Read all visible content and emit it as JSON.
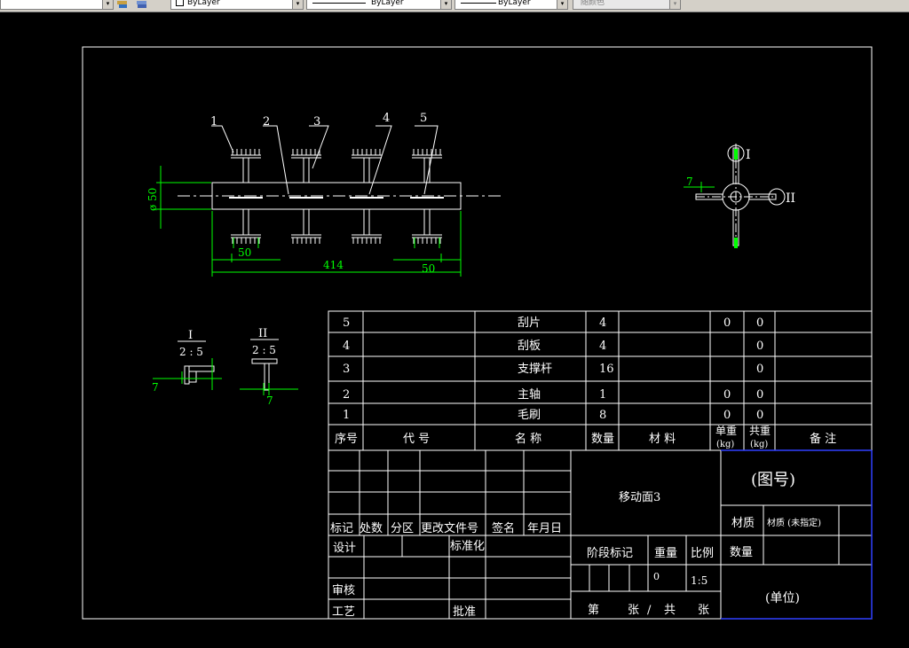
{
  "toolbar": {
    "layer_value": "ByLayer",
    "linetype_value": "ByLayer",
    "lineweight_value": "ByLayer",
    "plotstyle_value": "随颜色"
  },
  "drawing": {
    "part_labels": [
      "1",
      "2",
      "3",
      "4",
      "5"
    ],
    "dim_diameter": "ø 50",
    "dim_50_left": "50",
    "dim_414": "414",
    "dim_50_right": "50",
    "section_I": "I",
    "section_II": "II",
    "dim_7": "7",
    "detail_I": {
      "title": "I",
      "scale": "2 : 5",
      "dim": "7"
    },
    "detail_II": {
      "title": "II",
      "scale": "2 : 5",
      "dim": "7"
    }
  },
  "bom": {
    "rows": [
      {
        "no": "5",
        "code": "",
        "name": "刮片",
        "qty": "4",
        "material": "",
        "unit_w": "0",
        "total_w": "0",
        "note": ""
      },
      {
        "no": "4",
        "code": "",
        "name": "刮板",
        "qty": "4",
        "material": "",
        "unit_w": "",
        "total_w": "0",
        "note": ""
      },
      {
        "no": "3",
        "code": "",
        "name": "支撑杆",
        "qty": "16",
        "material": "",
        "unit_w": "",
        "total_w": "0",
        "note": ""
      },
      {
        "no": "2",
        "code": "",
        "name": "主轴",
        "qty": "1",
        "material": "",
        "unit_w": "0",
        "total_w": "0",
        "note": ""
      },
      {
        "no": "1",
        "code": "",
        "name": "毛刷",
        "qty": "8",
        "material": "",
        "unit_w": "0",
        "total_w": "0",
        "note": ""
      }
    ],
    "header": {
      "no": "序号",
      "code": "代  号",
      "name": "名  称",
      "qty": "数量",
      "material": "材  料",
      "unit_w_1": "单重",
      "unit_w_2": "(kg)",
      "total_w_1": "共重",
      "total_w_2": "(kg)",
      "note": "备  注"
    }
  },
  "title_block": {
    "name": "移动面3",
    "drawing_no": "(图号)",
    "material_label": "材质",
    "material_value": "材质 (未指定)",
    "qty_label": "数量",
    "unit": "(单位)",
    "rev_mark": "标记",
    "rev_count": "处数",
    "rev_zone": "分区",
    "rev_doc": "更改文件号",
    "rev_sign": "签名",
    "rev_date": "年月日",
    "design": "设计",
    "standard": "标准化",
    "review": "审核",
    "process": "工艺",
    "approve": "批准",
    "stage_mark": "阶段标记",
    "weight_label": "重量",
    "scale_label": "比例",
    "weight_value": "0",
    "scale_value": "1:5",
    "sheet_1": "第",
    "sheet_2": "张",
    "sheet_3": "/",
    "sheet_4": "共",
    "sheet_5": "张"
  }
}
